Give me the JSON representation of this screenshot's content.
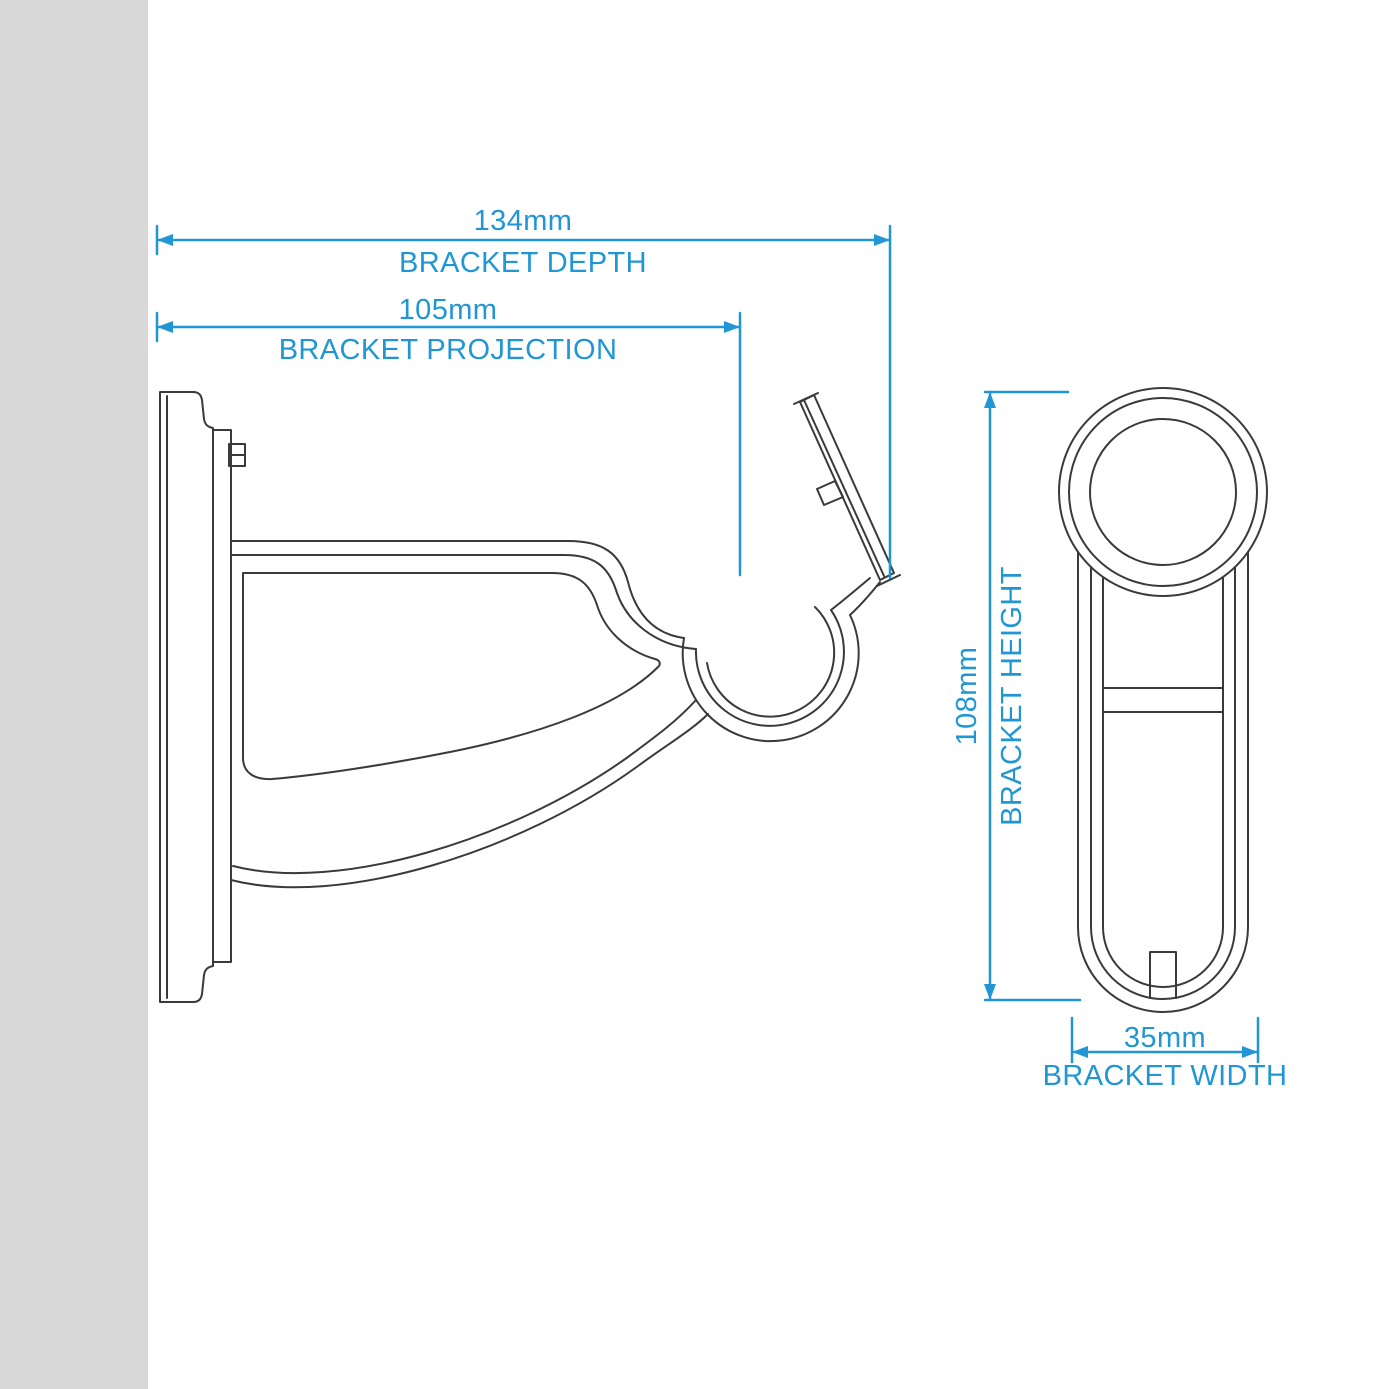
{
  "dimensions": {
    "depth": {
      "value": "134mm",
      "label": "BRACKET DEPTH"
    },
    "projection": {
      "value": "105mm",
      "label": "BRACKET PROJECTION"
    },
    "height": {
      "value": "108mm",
      "label": "BRACKET HEIGHT"
    },
    "width": {
      "value": "35mm",
      "label": "BRACKET WIDTH"
    }
  },
  "colors": {
    "dimension_blue": "#2196d4",
    "line_art": "#3a3a3a",
    "wall_gray": "#d8d8d8",
    "background": "#ffffff"
  }
}
